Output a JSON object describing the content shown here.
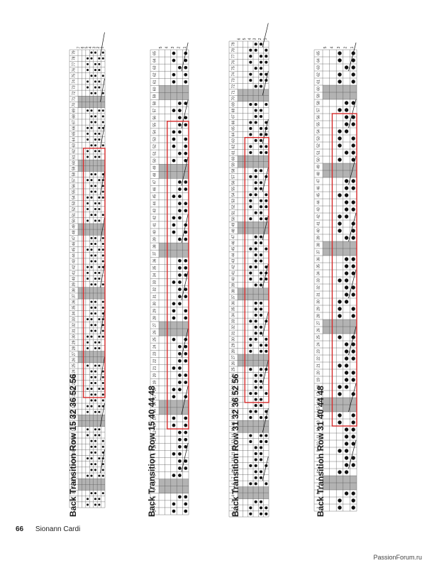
{
  "charts": [
    {
      "title": "Back Transition Row 15 32 36 52 56",
      "rows": 79,
      "cols": 7,
      "top_number": 6
    },
    {
      "title": "Back Transition Row 15 40 44 48",
      "rows": 65,
      "cols": 5,
      "top_number": 5
    },
    {
      "title": "Back Transition Row 31 32 36 52 56",
      "rows": 79,
      "cols": 6,
      "top_number": 6
    },
    {
      "title": "Back Transition Row 31 40 44 48",
      "rows": 65,
      "cols": 5,
      "top_number": 5
    }
  ],
  "footer": {
    "page_number": "66",
    "book_title": "Sionann Cardi"
  },
  "watermark": "PassionForum.ru",
  "colors": {
    "highlight": "#d62b2b",
    "shade": "#b3b3b3",
    "stitch": "#111111"
  }
}
